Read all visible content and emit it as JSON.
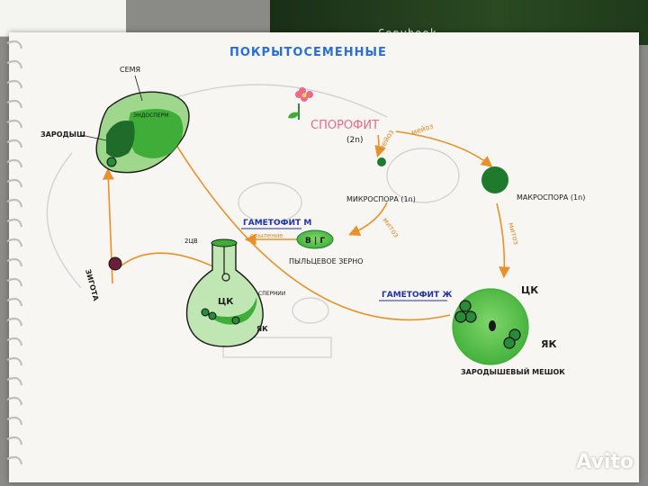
{
  "background": {
    "copybook_text": "Copybook"
  },
  "title": "ПОКРЫТОСЕМЕННЫЕ",
  "nodes": {
    "sporophyte": "СПОРОФИТ",
    "sporophyte_ploidy": "(2n)",
    "microspore": "МИКРОСПОРА (1n)",
    "macrospore": "МАКРОСПОРА (1n)",
    "pollen_grain": "ПЫЛЬЦЕВОЕ ЗЕРНО",
    "pollen_cells": "В | Г",
    "gametophyte_m": "ГАМЕТОФИТ М",
    "gametophyte_f": "ГАМЕТОФИТ Ж",
    "embryo_sac": "ЗАРОДЫШЕВЫЙ МЕШОК",
    "ck_label": "ЦК",
    "yak_label": "ЯК",
    "seed": "СЕМЯ",
    "endosperm": "ЭНДОСПЕРМ",
    "embryo": "ЗАРОДЫШ",
    "zygote": "ЗИГОТА",
    "sperm": "СПЕРМИИ",
    "cell_2v": "2ЦВ",
    "flower_ck": "ЦК",
    "flower_yak": "ЯК"
  },
  "arrows": {
    "meiosis_1": "мейоз",
    "meiosis_2": "мейоз",
    "mitosis_1": "митоз",
    "mitosis_2": "митоз",
    "pollination": "опыление"
  },
  "watermark": "Avito",
  "colors": {
    "paper": "#f7f6f3",
    "green_light": "#5cc24a",
    "green_dark": "#1f7a2e",
    "orange_arrow": "#e8912a",
    "title_blue": "#2c6fd0",
    "sporophyte_pink": "#e96a8d",
    "label_blue": "#2233aa"
  }
}
